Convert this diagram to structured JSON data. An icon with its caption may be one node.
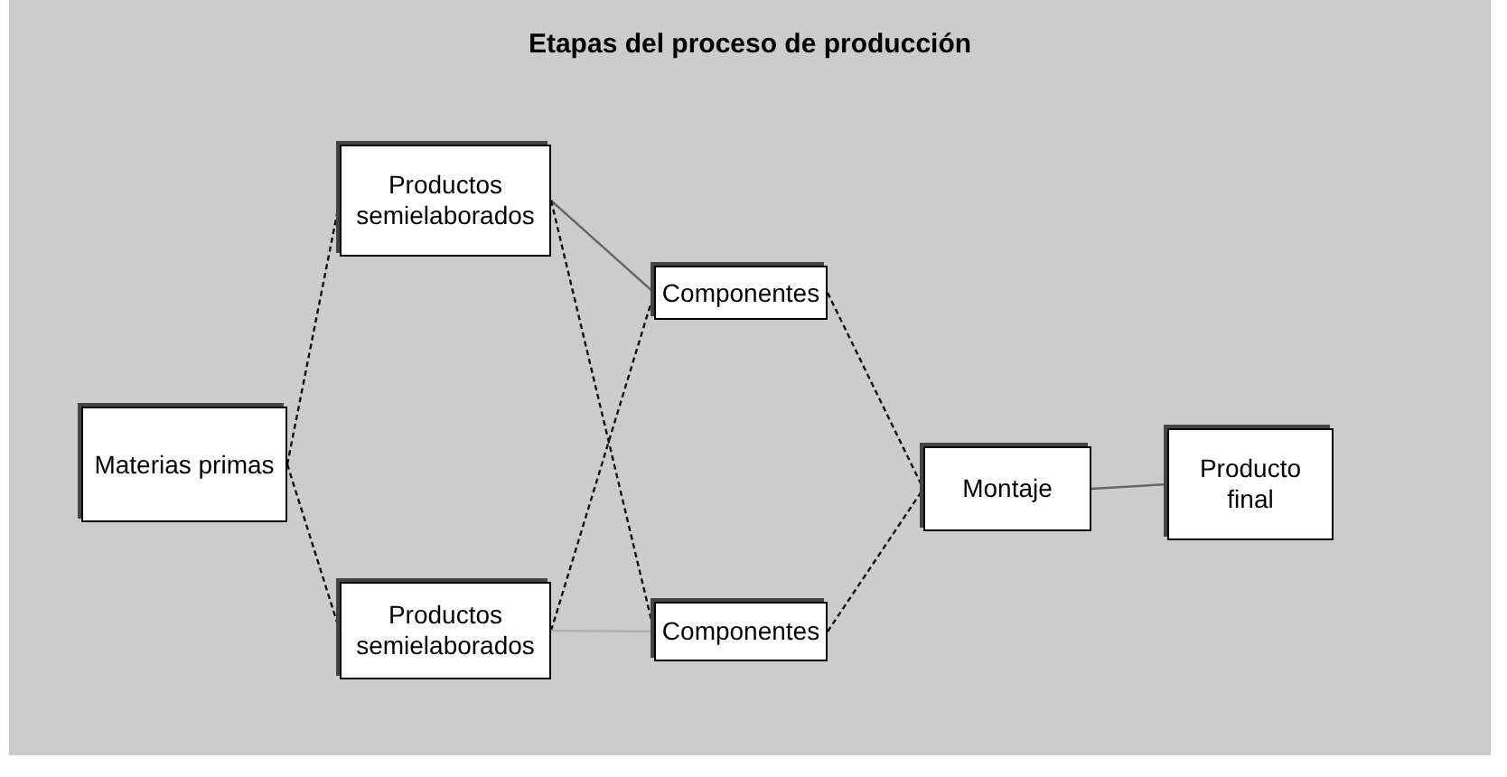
{
  "diagram": {
    "title": "Etapas del proceso de producción",
    "nodes": [
      {
        "text": [
          "Materias primas"
        ]
      },
      {
        "text": [
          "Productos semielaborados"
        ]
      },
      {
        "text": [
          "Componentes"
        ]
      },
      {
        "text": [
          "Montaje"
        ]
      },
      {
        "text": [
          "Producto final"
        ]
      },
      {
        "text": [
          "Productos semielaborados"
        ]
      },
      {
        "text": [
          "Componentes"
        ]
      }
    ],
    "edges": [
      {
        "from": 0,
        "to": 1,
        "arrow": "none",
        "style": "dashed"
      },
      {
        "from": 0,
        "to": 5,
        "arrow": "none",
        "style": "dashed"
      },
      {
        "from": 1,
        "to": 2,
        "arrow": "none",
        "color": "#666666"
      },
      {
        "from": 1,
        "to": 6,
        "arrow": "none",
        "style": "dashed"
      },
      {
        "from": 5,
        "to": 2,
        "arrow": "none",
        "style": "dashed"
      },
      {
        "from": 5,
        "to": 6,
        "arrow": "none",
        "color": "#b0b0b0"
      },
      {
        "from": 2,
        "to": 3,
        "arrow": "none",
        "style": "dashed"
      },
      {
        "from": 6,
        "to": 3,
        "arrow": "none",
        "style": "dashed"
      },
      {
        "from": 3,
        "to": 4,
        "arrow": "none",
        "color": "#666666"
      }
    ]
  }
}
